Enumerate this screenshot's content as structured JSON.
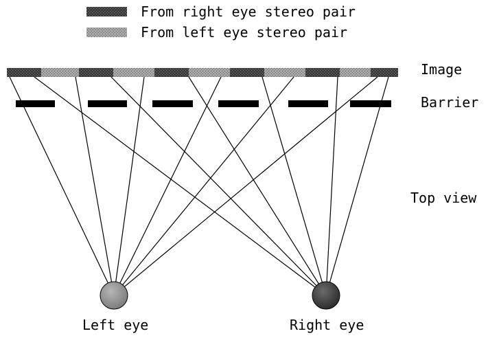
{
  "legend": {
    "right_pair_label": "From right eye stereo pair",
    "left_pair_label": "From left eye stereo pair",
    "right_pair_color": "#4a4a4a",
    "left_pair_color": "#9a9a9a"
  },
  "labels": {
    "image": "Image",
    "barrier": "Barrier",
    "view": "Top view",
    "left_eye": "Left eye",
    "right_eye": "Right eye"
  },
  "colors": {
    "barrier": "#000000",
    "rays": "#000000",
    "left_eye_fill": "#9a9a9a",
    "right_eye_fill": "#555555",
    "image_strip": "#8c8c8c"
  }
}
